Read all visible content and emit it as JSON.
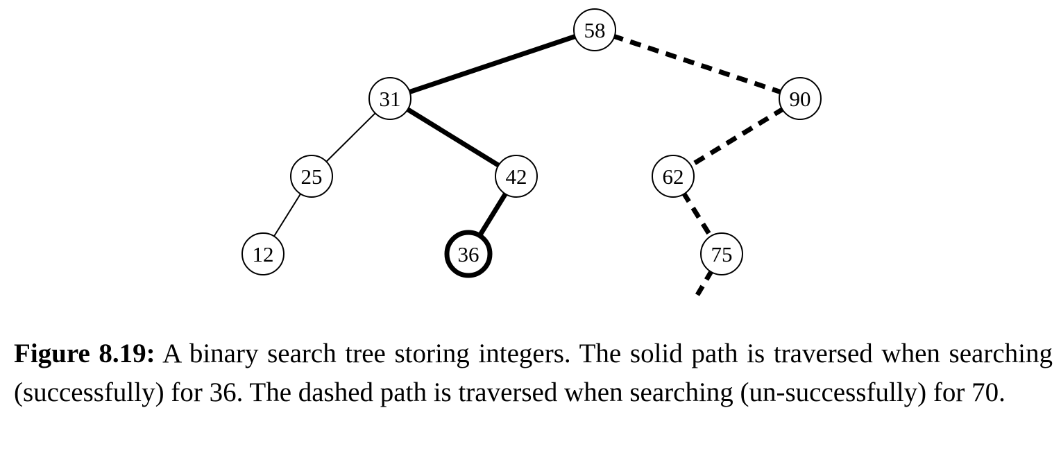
{
  "tree": {
    "nodes": [
      {
        "id": "58",
        "label": "58",
        "emphasis": false
      },
      {
        "id": "31",
        "label": "31",
        "emphasis": false
      },
      {
        "id": "90",
        "label": "90",
        "emphasis": false
      },
      {
        "id": "25",
        "label": "25",
        "emphasis": false
      },
      {
        "id": "42",
        "label": "42",
        "emphasis": false
      },
      {
        "id": "62",
        "label": "62",
        "emphasis": false
      },
      {
        "id": "12",
        "label": "12",
        "emphasis": false
      },
      {
        "id": "36",
        "label": "36",
        "emphasis": true
      },
      {
        "id": "75",
        "label": "75",
        "emphasis": false
      }
    ],
    "edges": [
      {
        "from": "58",
        "to": "31",
        "style": "solid-bold"
      },
      {
        "from": "58",
        "to": "90",
        "style": "dashed-bold"
      },
      {
        "from": "31",
        "to": "25",
        "style": "thin"
      },
      {
        "from": "31",
        "to": "42",
        "style": "solid-bold"
      },
      {
        "from": "90",
        "to": "62",
        "style": "dashed-bold"
      },
      {
        "from": "25",
        "to": "12",
        "style": "thin"
      },
      {
        "from": "42",
        "to": "36",
        "style": "solid-bold"
      },
      {
        "from": "62",
        "to": "75",
        "style": "dashed-bold"
      },
      {
        "from": "75",
        "to": null,
        "style": "dashed-bold"
      }
    ],
    "colors": {
      "stroke": "#000000",
      "fill": "#ffffff"
    }
  },
  "caption": {
    "label": "Figure 8.19:",
    "text": "A binary search tree storing integers. The solid path is traversed when searching (successfully) for 36. The dashed path is traversed when searching (un-successfully) for 70."
  }
}
